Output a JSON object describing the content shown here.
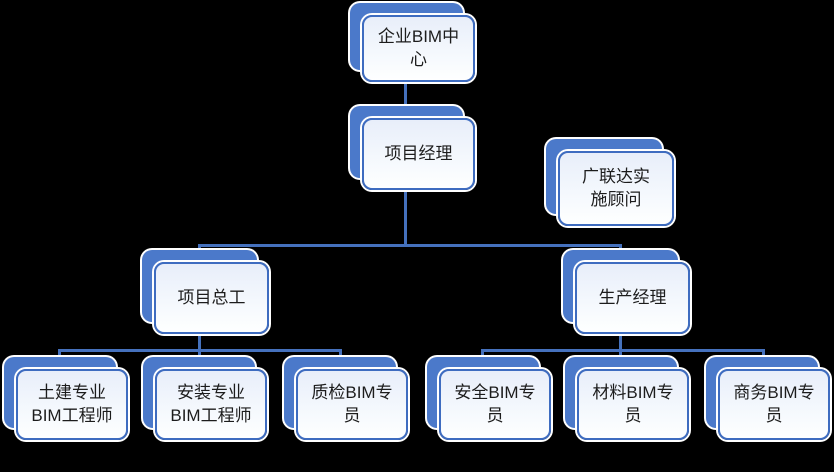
{
  "palette": {
    "background": "#000000",
    "shape_blue": "#4b79ca",
    "card_border_blue": "#3e6cc0",
    "connector_blue": "#4571bd",
    "card_fill_top": "#e8eefa",
    "card_fill_bottom": "#feffff",
    "halo_white": "#ffffff",
    "text_color": "#1c1c1c"
  },
  "diagram": {
    "type": "org-chart",
    "nodes": [
      {
        "id": "enterprise-bim-center",
        "label": "企业BIM中\n心"
      },
      {
        "id": "project-manager",
        "label": "项目经理"
      },
      {
        "id": "glodon-consultant",
        "label": "广联达实\n施顾问"
      },
      {
        "id": "project-chief-engineer",
        "label": "项目总工"
      },
      {
        "id": "production-manager",
        "label": "生产经理"
      },
      {
        "id": "civil-bim-engineer",
        "label": "土建专业\nBIM工程师"
      },
      {
        "id": "installation-bim-engineer",
        "label": "安装专业\nBIM工程师"
      },
      {
        "id": "quality-bim-specialist",
        "label": "质检BIM专\n员"
      },
      {
        "id": "safety-bim-specialist",
        "label": "安全BIM专\n员"
      },
      {
        "id": "material-bim-specialist",
        "label": "材料BIM专\n员"
      },
      {
        "id": "commerce-bim-specialist",
        "label": "商务BIM专\n员"
      }
    ],
    "edges": [
      {
        "from": "企业BIM中心",
        "to": "项目经理"
      },
      {
        "from": "项目经理",
        "to": "项目总工"
      },
      {
        "from": "项目经理",
        "to": "生产经理"
      },
      {
        "from": "项目总工",
        "to": "土建专业BIM工程师"
      },
      {
        "from": "项目总工",
        "to": "安装专业BIM工程师"
      },
      {
        "from": "项目总工",
        "to": "质检BIM专员"
      },
      {
        "from": "生产经理",
        "to": "安全BIM专员"
      },
      {
        "from": "生产经理",
        "to": "材料BIM专员"
      },
      {
        "from": "生产经理",
        "to": "商务BIM专员"
      }
    ]
  }
}
